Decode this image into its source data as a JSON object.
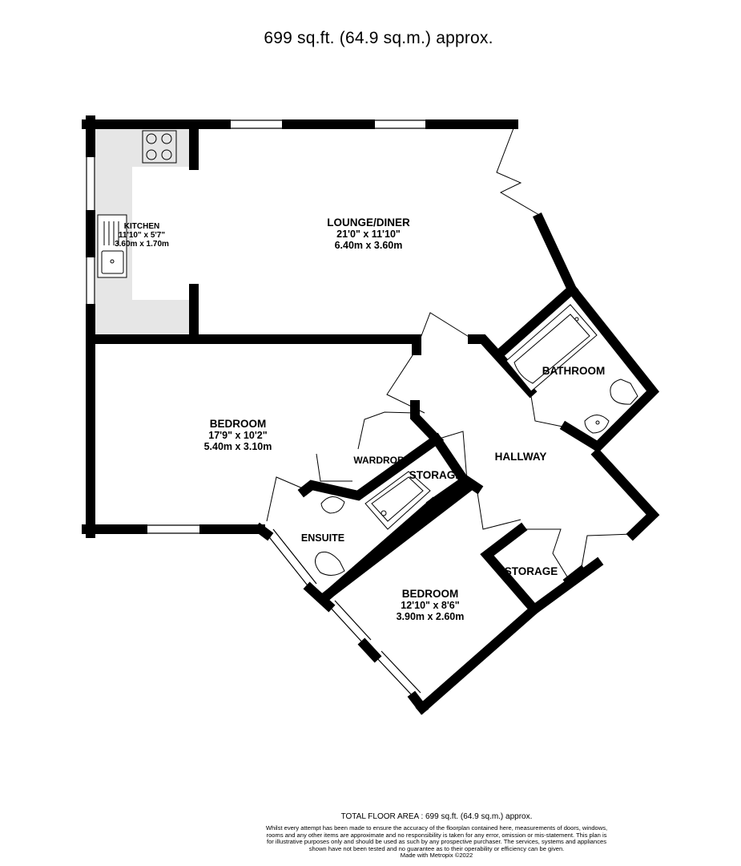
{
  "header": {
    "area_text": "699 sq.ft. (64.9 sq.m.) approx."
  },
  "rooms": {
    "kitchen": {
      "name": "KITCHEN",
      "dim_imperial": "11'10\" x 5'7\"",
      "dim_metric": "3.60m x 1.70m"
    },
    "lounge": {
      "name": "LOUNGE/DINER",
      "dim_imperial": "21'0\" x 11'10\"",
      "dim_metric": "6.40m x 3.60m"
    },
    "bedroom1": {
      "name": "BEDROOM",
      "dim_imperial": "17'9\" x 10'2\"",
      "dim_metric": "5.40m x 3.10m"
    },
    "bedroom2": {
      "name": "BEDROOM",
      "dim_imperial": "12'10\" x 8'6\"",
      "dim_metric": "3.90m x 2.60m"
    },
    "bathroom": {
      "name": "BATHROOM"
    },
    "hallway": {
      "name": "HALLWAY"
    },
    "wardrobe": {
      "name": "WARDROBE"
    },
    "storage1": {
      "name": "STORAGE"
    },
    "storage2": {
      "name": "STORAGE"
    },
    "ensuite": {
      "name": "ENSUITE"
    }
  },
  "footer": {
    "total_area": "TOTAL FLOOR AREA : 699 sq.ft. (64.9 sq.m.) approx.",
    "disclaimer": "Whilst every attempt has been made to ensure the accuracy of the floorplan contained here, measurements of doors, windows, rooms and any other items are approximate and no responsibility is taken for any error, omission or mis-statement. This plan is for illustrative purposes only and should be used as such by any prospective purchaser. The services, systems and appliances shown have not been tested and no guarantee as to their operability or efficiency can be given.",
    "made_with": "Made with Metropix ©2022"
  },
  "colors": {
    "wall": "#000000",
    "kitchen_floor": "#e6e6e6",
    "background": "#ffffff"
  }
}
